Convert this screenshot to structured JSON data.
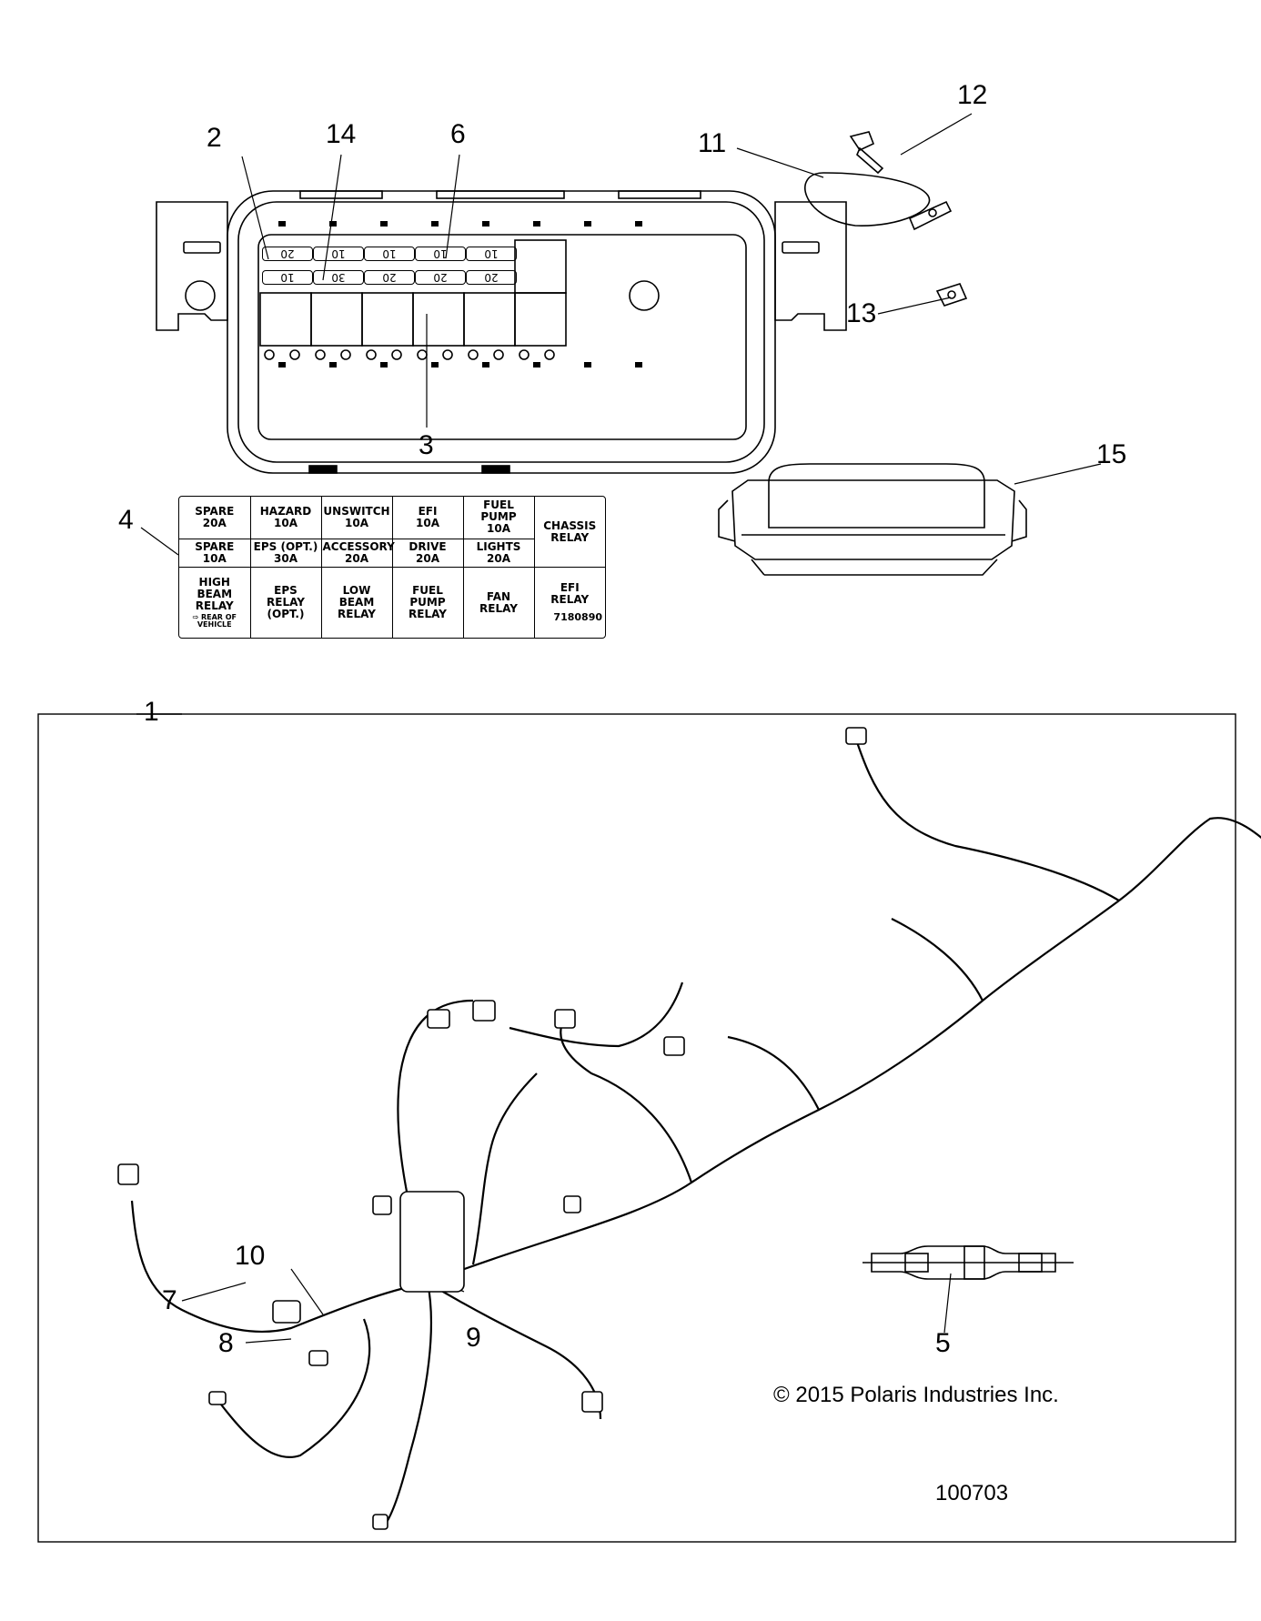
{
  "diagram": {
    "type": "parts-exploded-view",
    "title": "",
    "callouts": [
      {
        "id": "1",
        "label": "1",
        "part": "wire-harness"
      },
      {
        "id": "2",
        "label": "2",
        "part": "fuse-20a"
      },
      {
        "id": "3",
        "label": "3",
        "part": "relay"
      },
      {
        "id": "4",
        "label": "4",
        "part": "fuse-box-decal"
      },
      {
        "id": "5",
        "label": "5",
        "part": "inline-fuse-holder"
      },
      {
        "id": "6",
        "label": "6",
        "part": "fuse-10a"
      },
      {
        "id": "7",
        "label": "7",
        "part": "connector"
      },
      {
        "id": "8",
        "label": "8",
        "part": "connector"
      },
      {
        "id": "9",
        "label": "9",
        "part": "fuse-box"
      },
      {
        "id": "10",
        "label": "10",
        "part": "harness-clip"
      },
      {
        "id": "11",
        "label": "11",
        "part": "p-clamp"
      },
      {
        "id": "12",
        "label": "12",
        "part": "screw"
      },
      {
        "id": "13",
        "label": "13",
        "part": "u-nut"
      },
      {
        "id": "14",
        "label": "14",
        "part": "fuse-30a"
      },
      {
        "id": "15",
        "label": "15",
        "part": "fuse-box-cover"
      }
    ],
    "fuse_box_fuses": {
      "top_row": [
        "20",
        "10",
        "10",
        "10",
        "10"
      ],
      "bottom_row": [
        "10",
        "30",
        "20",
        "20",
        "20"
      ]
    },
    "fuse_chart": {
      "row1": [
        {
          "name": "SPARE",
          "rating": "20A"
        },
        {
          "name": "HAZARD",
          "rating": "10A"
        },
        {
          "name": "UNSWITCH",
          "rating": "10A"
        },
        {
          "name": "EFI",
          "rating": "10A"
        },
        {
          "name": "FUEL  PUMP",
          "rating": "10A"
        }
      ],
      "row2": [
        {
          "name": "SPARE",
          "rating": "10A"
        },
        {
          "name": "EPS  (OPT.)",
          "rating": "30A"
        },
        {
          "name": "ACCESSORY",
          "rating": "20A"
        },
        {
          "name": "DRIVE",
          "rating": "20A"
        },
        {
          "name": "LIGHTS",
          "rating": "20A"
        }
      ],
      "chassis_relay": "CHASSIS\nRELAY",
      "relays": [
        "HIGH\nBEAM\nRELAY",
        "EPS\nRELAY\n(OPT.)",
        "LOW\nBEAM\nRELAY",
        "FUEL\nPUMP\nRELAY",
        "FAN\nRELAY",
        "EFI\nRELAY"
      ],
      "rear_of_vehicle": "REAR OF\nVEHICLE",
      "decal_part_number": "7180890"
    },
    "copyright": "© 2015 Polaris Industries Inc.",
    "drawing_number": "100703"
  }
}
